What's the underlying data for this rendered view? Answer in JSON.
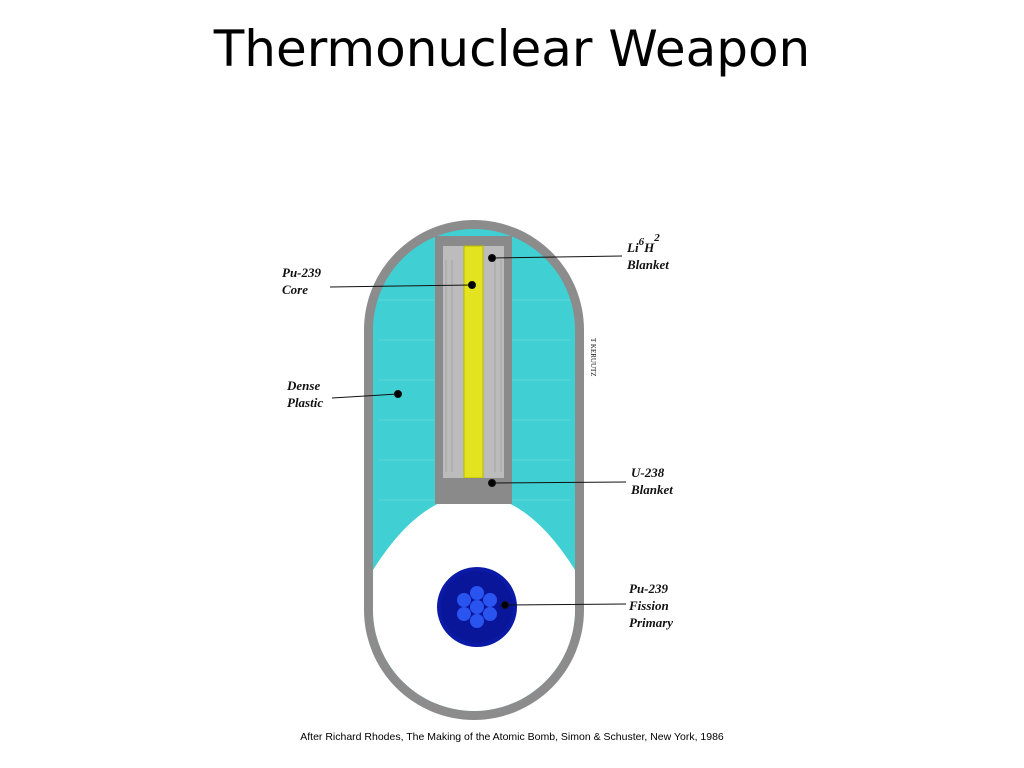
{
  "slide": {
    "title": "Thermonuclear Weapon",
    "caption": "After Richard Rhodes, The Making of the Atomic Bomb, Simon & Schuster, New York, 1986"
  },
  "labels": {
    "pu_core_line1": "Pu-239",
    "pu_core_line2": "Core",
    "dense_plastic_line1": "Dense",
    "dense_plastic_line2": "Plastic",
    "lih_base1": "Li",
    "lih_sup1": "6",
    "lih_base2": "H",
    "lih_sup2": "2",
    "lih_line2": "Blanket",
    "u238_line1": "U-238",
    "u238_line2": "Blanket",
    "primary_line1": "Pu-239",
    "primary_line2": "Fission",
    "primary_line3": "Primary",
    "side_mark": "T KERUUTZ"
  },
  "colors": {
    "casing": "#8c8c8c",
    "plastic": "#40cfd3",
    "blanket": "#b7b7b7",
    "core": "#e3e31f",
    "primary_outer": "#0b1aa6",
    "primary_inner": "#2a54f0"
  }
}
